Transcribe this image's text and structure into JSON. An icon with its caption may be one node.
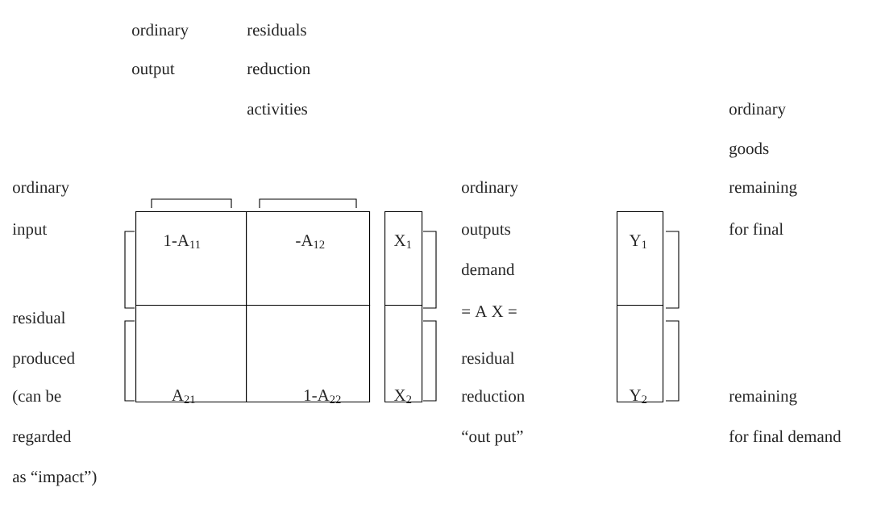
{
  "diagram": {
    "nodes": [
      {
        "text": [
          "1-A$_{11}$"
        ]
      },
      {
        "text": [
          "-A$_{12}$"
        ]
      },
      {
        "text": [
          "A$_{21}$"
        ]
      },
      {
        "text": [
          "1-A$_{22}$"
        ]
      },
      {
        "text": [
          "X$_{1}$"
        ]
      },
      {
        "text": [
          "X$_{2}$"
        ]
      },
      {
        "text": [
          "Y$_{1}$"
        ]
      },
      {
        "text": [
          "Y$_{2}$"
        ]
      }
    ],
    "labels": [
      "ordinary",
      "residuals",
      "output",
      "reduction",
      "activities",
      "ordinary",
      "goods",
      "ordinary",
      "ordinary",
      "remaining",
      "input",
      "outputs",
      "for final",
      "demand",
      "residual",
      "= A  X =",
      "produced",
      "residual",
      "(can be",
      "reduction",
      "remaining",
      "regarded",
      "“out put”",
      "for final demand",
      "as “impact”)"
    ]
  }
}
